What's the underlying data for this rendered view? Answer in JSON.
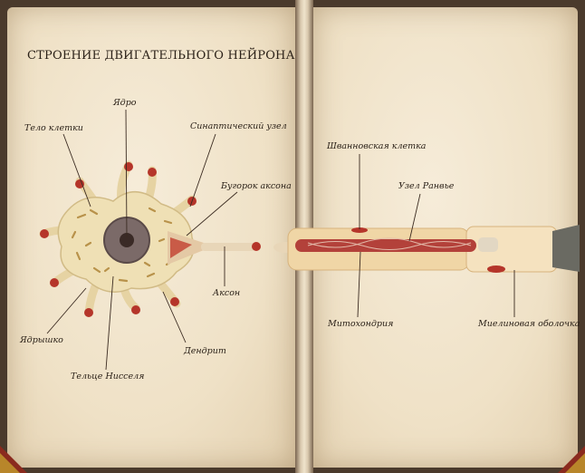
{
  "title": "СТРОЕНИЕ ДВИГАТЕЛЬНОГО НЕЙРОНА",
  "labels": {
    "nucleus": "Ядро",
    "cell_body": "Тело клетки",
    "synaptic_knob": "Синаптический узел",
    "axon_hillock": "Бугорок аксона",
    "axon": "Аксон",
    "nucleolus": "Ядрышко",
    "dendrite": "Дендрит",
    "nissl_bodies": "Тельце Нисселя",
    "schwann_cell": "Шванновская клетка",
    "node_of_ranvier": "Узел Ранвье",
    "mitochondria": "Митохондрия",
    "myelin_sheath": "Миелиновая оболочка"
  },
  "colors": {
    "page": "#f2e6cf",
    "cell_body": "#efe0b5",
    "nissl": "#b8924a",
    "dendrite_tip": "#b5352a",
    "nucleus": "#7b6a68",
    "myelin": "#f0d6a6",
    "axon_core": "#b3413a"
  }
}
